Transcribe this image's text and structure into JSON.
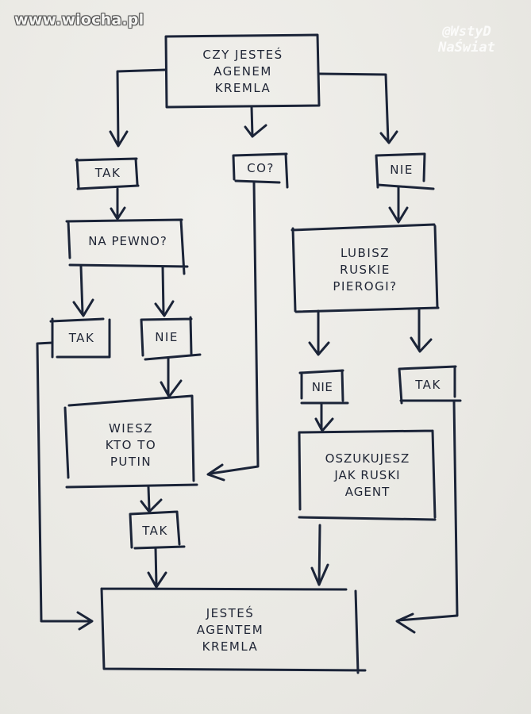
{
  "watermarks": {
    "site": "www.wiocha.pl",
    "handle": "@WstyD\nNaŚwiat"
  },
  "colors": {
    "ink": "#1b2438",
    "paper": "#eeede8"
  },
  "nodes": {
    "start": {
      "text": "CZY JESTEŚ\nAGENEM\nKREMLA"
    },
    "tak1": {
      "text": "TAK"
    },
    "co": {
      "text": "CO?"
    },
    "nie1": {
      "text": "NIE"
    },
    "na_pewno": {
      "text": "NA PEWNO?"
    },
    "tak2": {
      "text": "TAK"
    },
    "nie2": {
      "text": "NIE"
    },
    "lubisz": {
      "text": "LUBISZ\nRUSKIE\nPIEROGI?"
    },
    "nie3": {
      "text": "NIE"
    },
    "tak3": {
      "text": "TAK"
    },
    "wiesz": {
      "text": "WIESZ\nKTO TO\nPUTIN"
    },
    "oszukujesz": {
      "text": "OSZUKUJESZ\nJAK RUSKI\nAGENT"
    },
    "tak4": {
      "text": "TAK"
    },
    "end": {
      "text": "JESTEŚ\nAGENTEM\nKREMLA"
    }
  },
  "edges": [
    {
      "from": "start",
      "to": "tak1"
    },
    {
      "from": "start",
      "to": "co"
    },
    {
      "from": "start",
      "to": "nie1"
    },
    {
      "from": "tak1",
      "to": "na_pewno"
    },
    {
      "from": "na_pewno",
      "to": "tak2"
    },
    {
      "from": "na_pewno",
      "to": "nie2"
    },
    {
      "from": "nie1",
      "to": "lubisz"
    },
    {
      "from": "lubisz",
      "to": "nie3"
    },
    {
      "from": "lubisz",
      "to": "tak3"
    },
    {
      "from": "nie2",
      "to": "wiesz"
    },
    {
      "from": "co",
      "to": "wiesz"
    },
    {
      "from": "nie3",
      "to": "oszukujesz"
    },
    {
      "from": "wiesz",
      "to": "tak4"
    },
    {
      "from": "tak4",
      "to": "end"
    },
    {
      "from": "tak2",
      "to": "end"
    },
    {
      "from": "oszukujesz",
      "to": "end"
    },
    {
      "from": "tak3",
      "to": "end"
    }
  ]
}
